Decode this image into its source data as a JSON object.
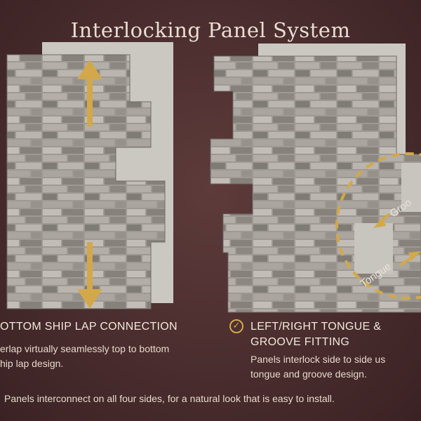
{
  "title": "Interlocking Panel System",
  "left_caption": {
    "heading": "OTTOM  SHIP LAP CONNECTION",
    "line1": "erlap virtually seamlessly top to bottom",
    "line2": "hip lap design."
  },
  "right_caption": {
    "heading_line1": "LEFT/RIGHT TONGUE &",
    "heading_line2": "GROOVE FITTING",
    "line1": "Panels interlock side to side us",
    "line2": "tongue and groove design."
  },
  "callout_labels": {
    "groove": "Groo",
    "tongue": "Tongue"
  },
  "footer": "Panels interconnect on all four sides, for a natural look that is easy to install.",
  "colors": {
    "accent": "#d2a84a",
    "background": "#4a2d2e",
    "stone": "#a9a59d",
    "backer": "#c9c7c1"
  },
  "icons": {
    "arrow": "double-arrow-icon",
    "check": "check-circle-icon"
  }
}
